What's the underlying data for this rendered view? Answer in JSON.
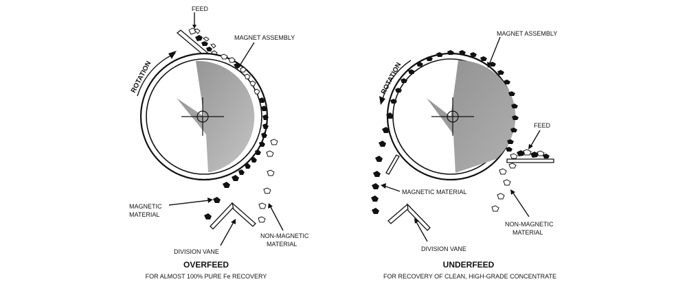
{
  "panels": [
    {
      "id": "overfeed",
      "title": "OVERFEED",
      "subtitle": "FOR ALMOST 100% PURE Fe RECOVERY",
      "labels": {
        "feed": "FEED",
        "magnet_assembly": "MAGNET ASSEMBLY",
        "rotation": "ROTATION",
        "magnetic_material": [
          "MAGNETIC",
          "MATERIAL"
        ],
        "division_vane": "DIVISION VANE",
        "non_magnetic_material": [
          "NON-MAGNETIC",
          "MATERIAL"
        ]
      }
    },
    {
      "id": "underfeed",
      "title": "UNDERFEED",
      "subtitle": "FOR RECOVERY OF CLEAN, HIGH-GRADE CONCENTRATE",
      "labels": {
        "feed": "FEED",
        "magnet_assembly": "MAGNET ASSEMBLY",
        "rotation": "ROTATION",
        "magnetic_material": [
          "MAGNETIC MATERIAL"
        ],
        "division_vane": "DIVISION VANE",
        "non_magnetic_material": [
          "NON-MAGNETIC",
          "MATERIAL"
        ]
      }
    }
  ],
  "colors": {
    "magnet_light": "#c4c4c4",
    "magnet_dark": "#8f8f8f",
    "line": "#111111",
    "background": "#ffffff"
  }
}
